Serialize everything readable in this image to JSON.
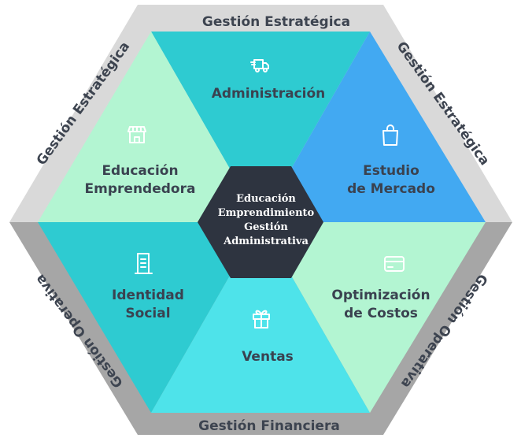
{
  "outer_bands": {
    "top": "Gestión Estratégica",
    "top_left": "Gestión Estratégica",
    "top_right": "Gestión Estratégica",
    "bottom_left": "Gestión Operativa",
    "bottom_right": "Gestión Operativa",
    "bottom": "Gestión Financiera"
  },
  "segments": {
    "top": {
      "line1": "Administración",
      "line2": "",
      "icon": "truck-icon",
      "color": "#2ecbd1"
    },
    "top_left": {
      "line1": "Educación",
      "line2": "Emprendedora",
      "icon": "store-icon",
      "color": "#b3f5d2"
    },
    "top_right": {
      "line1": "Estudio",
      "line2": "de Mercado",
      "icon": "shopping-bag-icon",
      "color": "#42a9f2"
    },
    "bottom_left": {
      "line1": "Identidad",
      "line2": "Social",
      "icon": "document-icon",
      "color": "#2ecbd1"
    },
    "bottom_right": {
      "line1": "Optimización",
      "line2": "de Costos",
      "icon": "credit-card-icon",
      "color": "#b3f5d2"
    },
    "bottom": {
      "line1": "Ventas",
      "line2": "",
      "icon": "gift-icon",
      "color": "#4ee3ea"
    }
  },
  "center": {
    "lines": [
      "Educación",
      "Emprendimiento",
      "Gestión",
      "Administrativa"
    ],
    "color": "#2e3440"
  },
  "colors": {
    "outer_band_top": "#d9d9d9",
    "outer_band_bottom": "#a6a6a6",
    "band_text": "#3d4450",
    "segment_text": "#3a4250",
    "icon": "#ffffff"
  }
}
